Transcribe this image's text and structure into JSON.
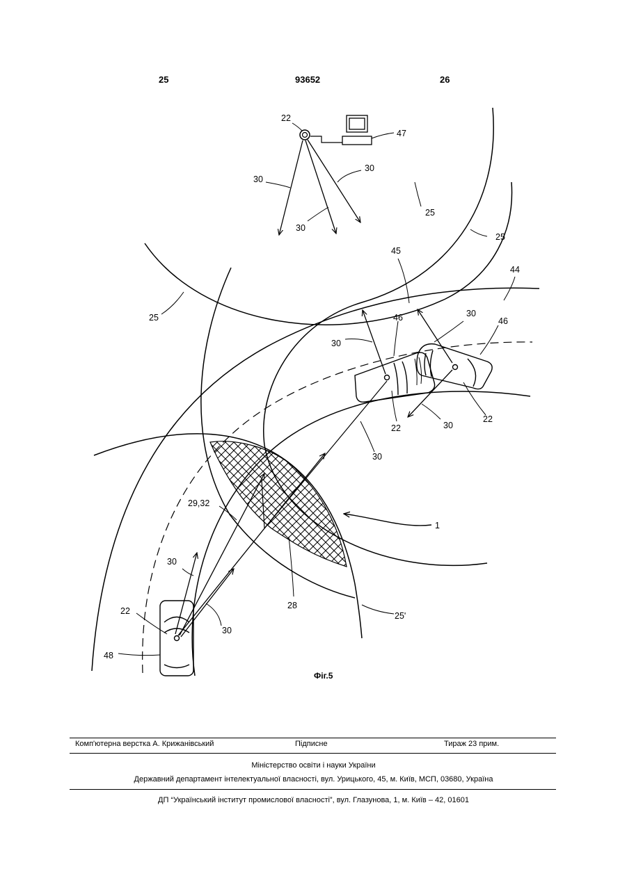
{
  "header": {
    "page_left": "25",
    "patent_number": "93652",
    "page_right": "26"
  },
  "figure": {
    "caption": "Фіг.5",
    "labels": {
      "l22_top": "22",
      "l47": "47",
      "l30_a": "30",
      "l30_b": "30",
      "l30_c": "30",
      "l25_a": "25",
      "l25_b": "25",
      "l25_c": "25",
      "l45": "45",
      "l44": "44",
      "l30_d": "30",
      "l46_a": "46",
      "l46_b": "46",
      "l30_e": "30",
      "l22_mid1": "22",
      "l22_mid2": "22",
      "l30_f": "30",
      "l30_g": "30",
      "l1": "1",
      "l2932": "29,32",
      "l30_h": "30",
      "l22_bottom": "22",
      "l30_i": "30",
      "l48": "48",
      "l28": "28",
      "l25_prime": "25'"
    }
  },
  "footer": {
    "composer": "Комп'ютерна верстка А. Крижанівський",
    "signed": "Підписне",
    "circulation": "Тираж 23 прим.",
    "ministry": "Міністерство освіти і науки України",
    "department": "Державний департамент інтелектуальної власності, вул. Урицького, 45, м. Київ, МСП, 03680, Україна",
    "institute": "ДП “Український інститут промислової власності”, вул. Глазунова, 1, м. Київ – 42, 01601"
  }
}
